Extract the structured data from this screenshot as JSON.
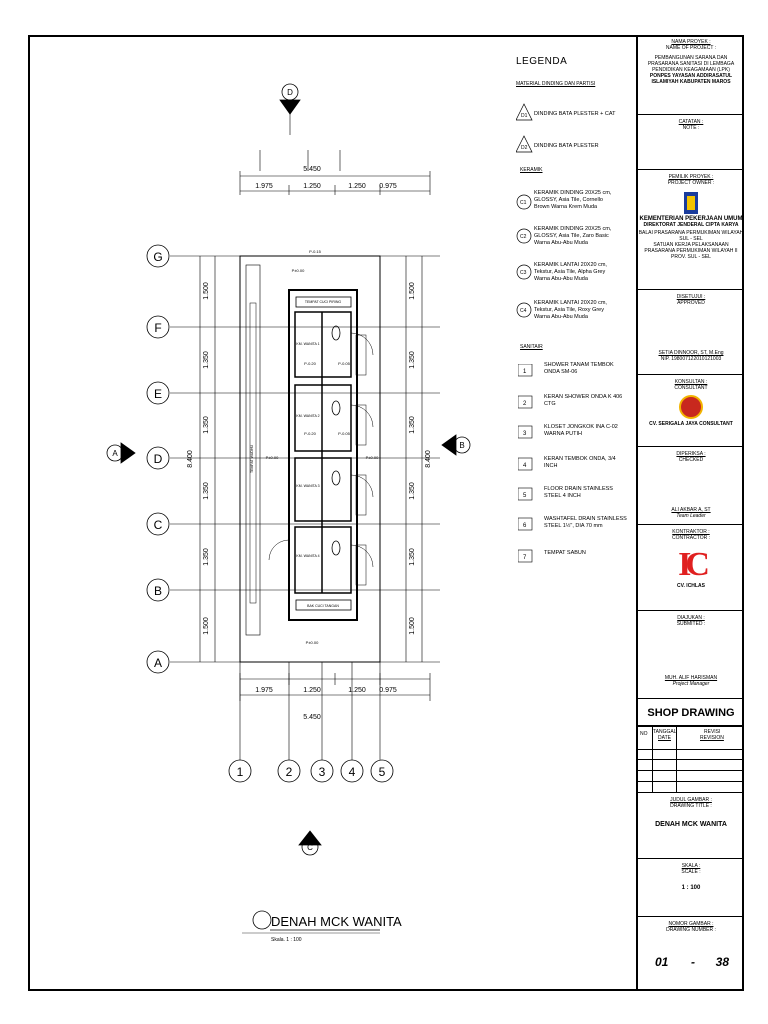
{
  "legend": {
    "title": "LEGENDA",
    "wall_heading": "MATERIAL DINDING DAN PARTISI",
    "walls": [
      {
        "code": "D1",
        "text": "DINDING BATA PLESTER + CAT"
      },
      {
        "code": "D2",
        "text": "DINDING BATA PLESTER"
      }
    ],
    "ceramic_heading": "KERAMIK",
    "ceramics": [
      {
        "code": "C1",
        "text": "KERAMIK DINDING 20X25 cm, GLOSSY, Asia Tile, Cornello Brown Warna Krem Muda"
      },
      {
        "code": "C2",
        "text": "KERAMIK DINDING 20X25 cm, GLOSSY, Asia Tile, Zaro Basic Warna Abu-Abu Muda"
      },
      {
        "code": "C3",
        "text": "KERAMIK LANTAI 20X20 cm, Tekstur, Asia Tile, Alpha Grey Warna Abu-Abu Muda"
      },
      {
        "code": "C4",
        "text": "KERAMIK LANTAI 20X20 cm, Tekstur, Asia Tile, Roxy Grey Warna Abu-Abu Muda"
      }
    ],
    "sanitary_heading": "SANITAIR",
    "sanitary": [
      {
        "code": "1",
        "text": "SHOWER TANAM TEMBOK ONDA SM-06"
      },
      {
        "code": "2",
        "text": "KERAN SHOWER ONDA K 406 CTG"
      },
      {
        "code": "3",
        "text": "KLOSET JONGKOK INA C-02 WARNA PUTIH"
      },
      {
        "code": "4",
        "text": "KERAN TEMBOK ONDA, 3/4 INCH"
      },
      {
        "code": "5",
        "text": "FLOOR DRAIN STAINLESS STEEL 4 INCH"
      },
      {
        "code": "6",
        "text": "WASHTAFEL DRAIN STAINLESS STEEL 1½\", DIA 70 mm"
      },
      {
        "code": "7",
        "text": "TEMPAT SABUN"
      }
    ]
  },
  "plan": {
    "title": "DENAH MCK WANITA",
    "scale": "Skala. 1 : 100",
    "total_width": "5.450",
    "total_height": "8.400",
    "top_dims": [
      "1.975",
      "1.250",
      "1.250",
      "0.975"
    ],
    "side_dims": [
      "1.500",
      "1.350",
      "1.350",
      "1.350",
      "1.350",
      "1.500"
    ],
    "row_axes": [
      "G",
      "F",
      "E",
      "D",
      "C",
      "B",
      "A"
    ],
    "col_axes": [
      "1",
      "2",
      "3",
      "4",
      "5"
    ],
    "section_marks": {
      "top": "D",
      "bottom": "C",
      "left": "A",
      "right": "B"
    },
    "room_labels": [
      "TEMPAT CUCI PIRING",
      "BAK CUCI TANGAN",
      "KM. WANITA 1",
      "KM. WANITA 2",
      "KM. WANITA 3",
      "KM. WANITA 4",
      "TEMPAT WUDHU"
    ],
    "levels": [
      "P±0.00",
      "P-0.15",
      "P-0.05",
      "P-0.20"
    ]
  },
  "titleblock": {
    "project_label": "NAMA PROYEK :",
    "project_label_en": "NAME OF PROJECT :",
    "project_name": "PEMBANGUNAN SARANA DAN PRASARANA SANITASI DI LEMBAGA PENDIDIKAN KEAGAMAAN (LPK)",
    "project_site": "PONPES YAYASAN ADDIRASATUL ISLAMIYAH KABUPATEN MAROS",
    "note_label": "CATATAN :",
    "note_label_en": "NOTE :",
    "owner_label": "PEMILIK PROYEK :",
    "owner_label_en": "PROJECT OWNER :",
    "owner_name": "KEMENTERIAN PEKERJAAN UMUM",
    "owner_dept": "DIREKTORAT JENDERAL CIPTA KARYA",
    "owner_sub": "BALAI PRASARANA PERMUKIMAN WILAYAH SUL - SEL",
    "owner_sub2": "SATUAN KERJA PELAKSANAAN PRASARANA PERMUKIMAN WILAYAH II PROV. SUL - SEL",
    "approved_label": "DISETUJUI :",
    "approved_label_en": "APPROVED",
    "approver_name": "SETIA DINNOOR, ST, M.Eng",
    "approver_nip": "NIP. 198007122010121003",
    "consultant_label": "KONSULTAN :",
    "consultant_label_en": "CONSULTANT",
    "consultant_name": "CV. SERIGALA JAYA CONSULTANT",
    "checked_label": "DIPERIKSA :",
    "checked_label_en": "CHECKED",
    "checker_name": "ALI AKBAR A, ST",
    "checker_role": "Team Leader",
    "contractor_label": "KONTRAKTOR :",
    "contractor_label_en": "CONTRACTOR :",
    "contractor_logo": "IC",
    "contractor_name": "CV. ICHLAS",
    "submitted_label": "DIAJUKAN :",
    "submitted_label_en": "SUBMITED :",
    "submitter_name": "MUH. ALIF HARISMAN",
    "submitter_role": "Project Manager",
    "doc_type": "SHOP DRAWING",
    "rev_no": "NO",
    "rev_date": "TANGGAL",
    "rev_date_en": "DATE",
    "rev_revision": "REVISI",
    "rev_revision_en": "REVISION",
    "title_label": "JUDUL GAMBAR :",
    "title_label_en": "DRAWING TITLE :",
    "drawing_title": "DENAH MCK WANITA",
    "scale_label": "SKALA :",
    "scale_label_en": "SCALE :",
    "scale_value": "1 : 100",
    "number_label": "NOMOR GAMBAR :",
    "number_label_en": "DRAWING NUMBER :",
    "drawing_number": "01",
    "drawing_sep": "-",
    "drawing_total": "38"
  }
}
